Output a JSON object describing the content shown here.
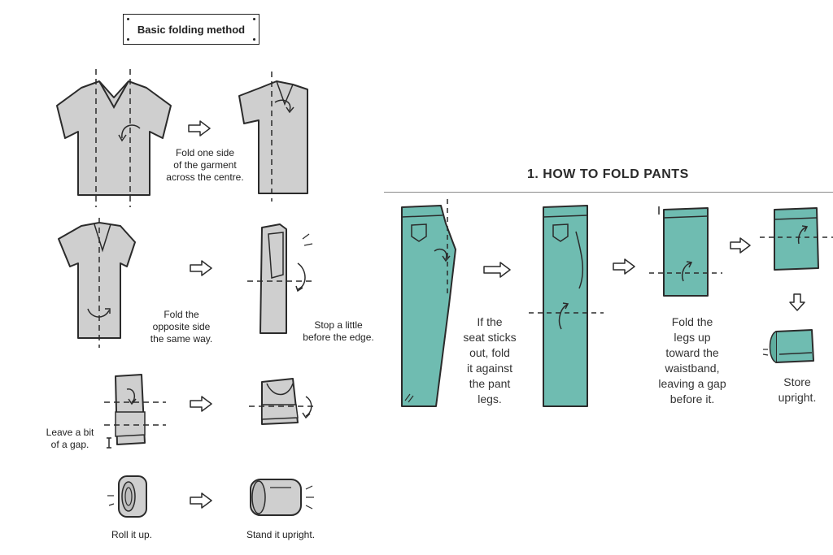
{
  "shirt_section": {
    "title": "Basic folding method",
    "captions": {
      "step1": "Fold one side\nof the garment\nacross the centre.",
      "step2": "Fold the\nopposite side\nthe same way.",
      "step2_note": "Stop a little\nbefore the edge.",
      "step3_note": "Leave a bit\nof a gap.",
      "step4": "Roll it up.",
      "step5": "Stand it upright."
    }
  },
  "pants_section": {
    "heading": "1. HOW TO FOLD PANTS",
    "captions": {
      "step1": "If the\nseat sticks\nout, fold\nit against\nthe pant\nlegs.",
      "step2": "Fold the\nlegs up\ntoward the\nwaistband,\nleaving a gap\nbefore it.",
      "step3": "Store\nupright."
    }
  },
  "colors": {
    "shirt_fill": "#cfcfcf",
    "pants_fill": "#6fbcb1",
    "outline": "#2b2b2b"
  }
}
